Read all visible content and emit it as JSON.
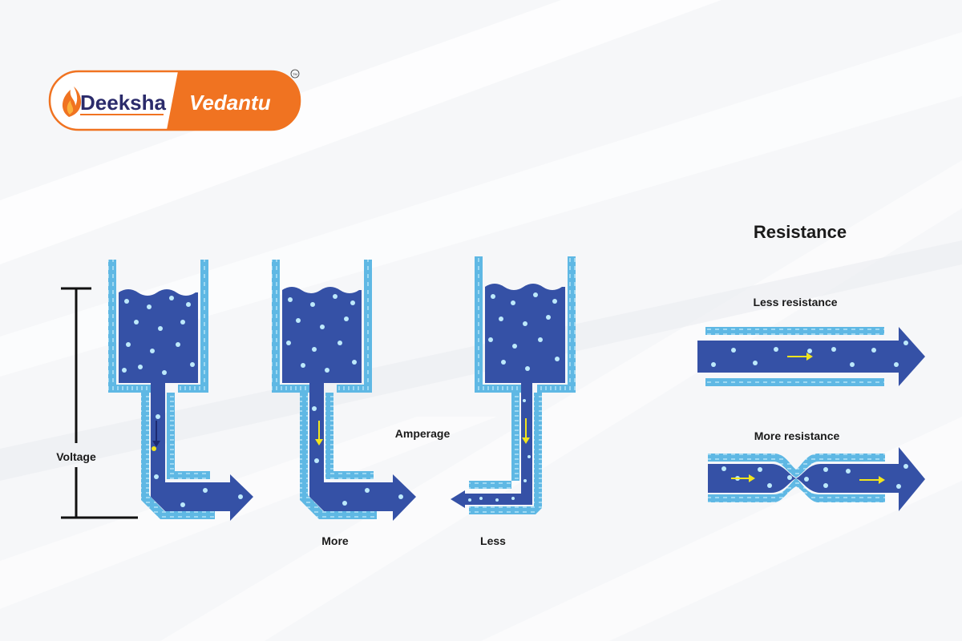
{
  "logo": {
    "left_text": "Deeksha",
    "right_text": "Vedantu",
    "trademark": "TM"
  },
  "labels": {
    "voltage": "Voltage",
    "amperage": "Amperage",
    "more": "More",
    "less": "Less"
  },
  "resistance": {
    "title": "Resistance",
    "less_label": "Less resistance",
    "more_label": "More resistance"
  },
  "colors": {
    "water": "#3551a6",
    "pipe": "#5fb8e4",
    "bubble": "#bde9fb",
    "flow_arrow": "#f2e51d",
    "logo_orange": "#f07321",
    "logo_border": "#f07321"
  }
}
